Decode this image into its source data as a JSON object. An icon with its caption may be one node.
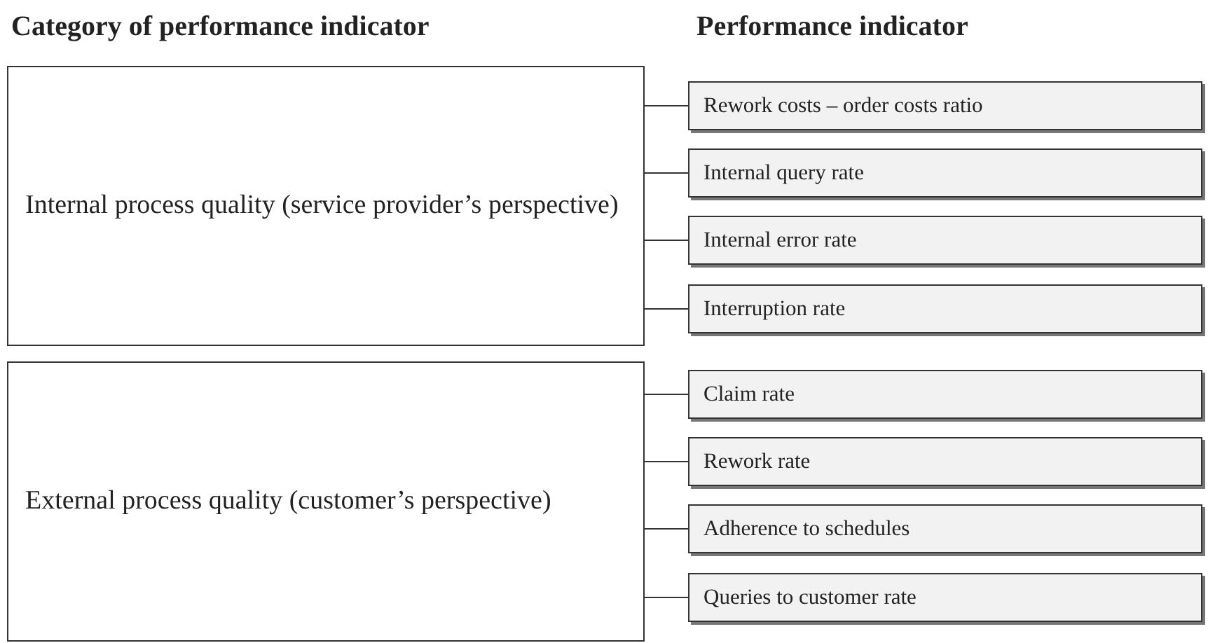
{
  "diagram": {
    "nodes": [
      {
        "text": [
          "Internal process quality (service provider’s perspective)"
        ]
      },
      {
        "text": [
          "Rework costs – order costs ratio"
        ]
      },
      {
        "text": [
          "Internal query rate"
        ]
      },
      {
        "text": [
          "Internal error rate"
        ]
      },
      {
        "text": [
          "Interruption rate"
        ]
      },
      {
        "text": [
          "External process quality (customer’s perspective)"
        ]
      },
      {
        "text": [
          "Claim rate"
        ]
      },
      {
        "text": [
          "Rework rate"
        ]
      },
      {
        "text": [
          "Adherence to schedules"
        ]
      },
      {
        "text": [
          "Queries to customer rate"
        ]
      }
    ],
    "edges": [
      {
        "from": 0,
        "to": 1,
        "arrow": "none"
      },
      {
        "from": 0,
        "to": 2,
        "arrow": "none"
      },
      {
        "from": 0,
        "to": 3,
        "arrow": "none"
      },
      {
        "from": 0,
        "to": 4,
        "arrow": "none"
      },
      {
        "from": 5,
        "to": 6,
        "arrow": "none"
      },
      {
        "from": 5,
        "to": 7,
        "arrow": "none"
      },
      {
        "from": 5,
        "to": 8,
        "arrow": "none"
      },
      {
        "from": 5,
        "to": 9,
        "arrow": "none"
      }
    ],
    "labels": [
      "Category of performance indicator",
      "Performance indicator"
    ]
  }
}
